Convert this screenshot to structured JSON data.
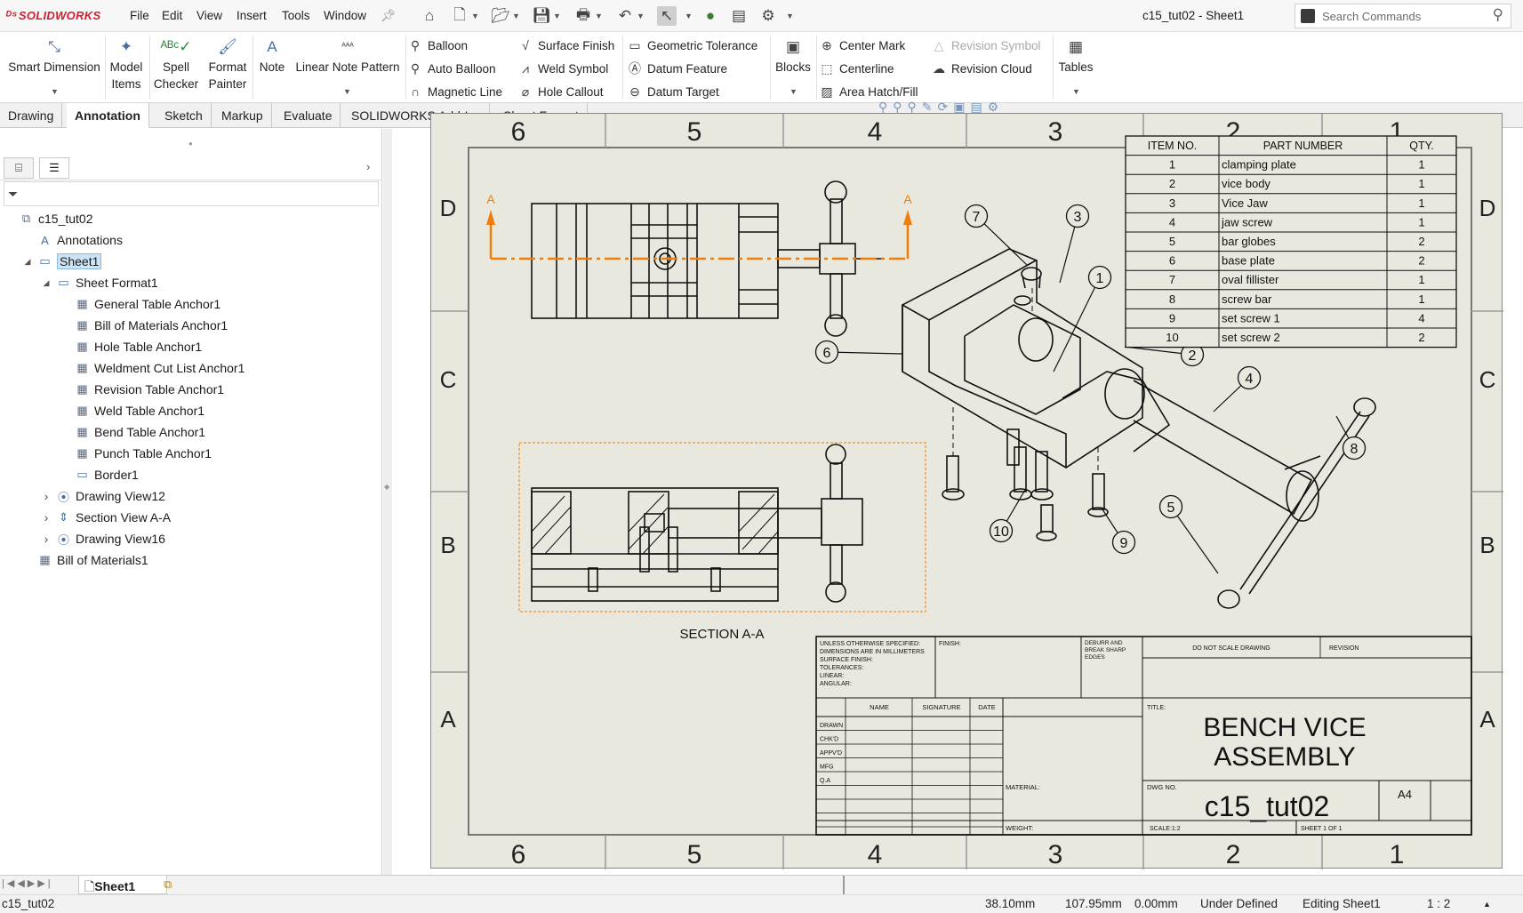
{
  "app": {
    "brand": "SOLIDWORKS",
    "doc_title": "c15_tut02 - Sheet1"
  },
  "menu": [
    "File",
    "Edit",
    "View",
    "Insert",
    "Tools",
    "Window"
  ],
  "search": {
    "placeholder": "Search Commands"
  },
  "ribbon": {
    "smart_dimension": "Smart Dimension",
    "model_items": [
      "Model",
      "Items"
    ],
    "spell_checker": [
      "Spell",
      "Checker"
    ],
    "format_painter": [
      "Format",
      "Painter"
    ],
    "note": "Note",
    "linear_note_pattern": "Linear Note Pattern",
    "balloon": "Balloon",
    "auto_balloon": "Auto Balloon",
    "magnetic_line": "Magnetic Line",
    "surface_finish": "Surface Finish",
    "weld_symbol": "Weld Symbol",
    "hole_callout": "Hole Callout",
    "geometric_tolerance": "Geometric Tolerance",
    "datum_feature": "Datum Feature",
    "datum_target": "Datum Target",
    "blocks": "Blocks",
    "center_mark": "Center Mark",
    "centerline": "Centerline",
    "area_hatch": "Area Hatch/Fill",
    "revision_symbol": "Revision Symbol",
    "revision_cloud": "Revision Cloud",
    "tables": "Tables"
  },
  "tabs": [
    "Drawing",
    "Annotation",
    "Sketch",
    "Markup",
    "Evaluate",
    "SOLIDWORKS Add-Ins",
    "Sheet Format"
  ],
  "tree": [
    {
      "label": "c15_tut02",
      "icon": "drawing-doc-icon",
      "level": 0,
      "exp": ""
    },
    {
      "label": "Annotations",
      "icon": "annotations-icon",
      "level": 1,
      "exp": ""
    },
    {
      "label": "Sheet1",
      "icon": "sheet-icon",
      "level": 1,
      "exp": "open",
      "selected": true
    },
    {
      "label": "Sheet Format1",
      "icon": "sheet-format-icon",
      "level": 2,
      "exp": "open"
    },
    {
      "label": "General Table Anchor1",
      "icon": "table-anchor-icon",
      "level": 3,
      "exp": ""
    },
    {
      "label": "Bill of Materials Anchor1",
      "icon": "bom-anchor-icon",
      "level": 3,
      "exp": ""
    },
    {
      "label": "Hole Table Anchor1",
      "icon": "hole-table-anchor-icon",
      "level": 3,
      "exp": ""
    },
    {
      "label": "Weldment Cut List Anchor1",
      "icon": "cutlist-anchor-icon",
      "level": 3,
      "exp": ""
    },
    {
      "label": "Revision Table Anchor1",
      "icon": "revision-anchor-icon",
      "level": 3,
      "exp": ""
    },
    {
      "label": "Weld Table Anchor1",
      "icon": "weld-anchor-icon",
      "level": 3,
      "exp": ""
    },
    {
      "label": "Bend Table Anchor1",
      "icon": "bend-anchor-icon",
      "level": 3,
      "exp": ""
    },
    {
      "label": "Punch Table Anchor1",
      "icon": "punch-anchor-icon",
      "level": 3,
      "exp": ""
    },
    {
      "label": "Border1",
      "icon": "border-icon",
      "level": 3,
      "exp": ""
    },
    {
      "label": "Drawing View12",
      "icon": "drawing-view-icon",
      "level": 2,
      "exp": "closed"
    },
    {
      "label": "Section View A-A",
      "icon": "section-view-icon",
      "level": 2,
      "exp": "closed"
    },
    {
      "label": "Drawing View16",
      "icon": "drawing-view-icon",
      "level": 2,
      "exp": "closed"
    },
    {
      "label": "Bill of Materials1",
      "icon": "bom-icon",
      "level": 1,
      "exp": ""
    }
  ],
  "sheet": {
    "cols": [
      "6",
      "5",
      "4",
      "3",
      "2",
      "1"
    ],
    "rows": [
      "D",
      "C",
      "B",
      "A"
    ],
    "section_label": "SECTION A-A",
    "section_letter": "A"
  },
  "bom": {
    "headers": [
      "ITEM NO.",
      "PART NUMBER",
      "QTY."
    ],
    "rows": [
      [
        "1",
        "clamping plate",
        "1"
      ],
      [
        "2",
        "vice body",
        "1"
      ],
      [
        "3",
        "Vice Jaw",
        "1"
      ],
      [
        "4",
        "jaw screw",
        "1"
      ],
      [
        "5",
        "bar globes",
        "2"
      ],
      [
        "6",
        "base plate",
        "2"
      ],
      [
        "7",
        "oval fillister",
        "1"
      ],
      [
        "8",
        "screw bar",
        "1"
      ],
      [
        "9",
        "set screw 1",
        "4"
      ],
      [
        "10",
        "set screw 2",
        "2"
      ]
    ]
  },
  "balloons": [
    "7",
    "3",
    "1",
    "6",
    "2",
    "4",
    "8",
    "5",
    "10",
    "9"
  ],
  "titleblock": {
    "notes": [
      "UNLESS OTHERWISE SPECIFIED:",
      "DIMENSIONS ARE IN MILLIMETERS",
      "SURFACE FINISH:",
      "TOLERANCES:",
      "  LINEAR:",
      "  ANGULAR:"
    ],
    "finish": "FINISH:",
    "deburr": [
      "DEBURR AND",
      "BREAK SHARP",
      "EDGES"
    ],
    "dont_scale": "DO NOT SCALE DRAWING",
    "revision": "REVISION",
    "name": "NAME",
    "signature": "SIGNATURE",
    "date": "DATE",
    "roles": [
      "DRAWN",
      "CHK'D",
      "APPV'D",
      "MFG",
      "Q.A"
    ],
    "title_label": "TITLE:",
    "title": [
      "BENCH VICE",
      "ASSEMBLY"
    ],
    "material": "MATERIAL:",
    "dwg_no_label": "DWG NO.",
    "dwg_no": "c15_tut02",
    "size": "A4",
    "weight": "WEIGHT:",
    "scale": "SCALE:1:2",
    "sheet": "SHEET 1 OF 1"
  },
  "bottom": {
    "sheet_tab": "Sheet1"
  },
  "status": {
    "doc": "c15_tut02",
    "x": "38.10mm",
    "y": "107.95mm",
    "z": "0.00mm",
    "state": "Under Defined",
    "editing": "Editing Sheet1",
    "scale": "1 : 2"
  },
  "colors": {
    "accent": "#d1202f",
    "sheet_bg": "#e9e8de",
    "section_line": "#f07d0a",
    "selection": "#cde3f7"
  }
}
